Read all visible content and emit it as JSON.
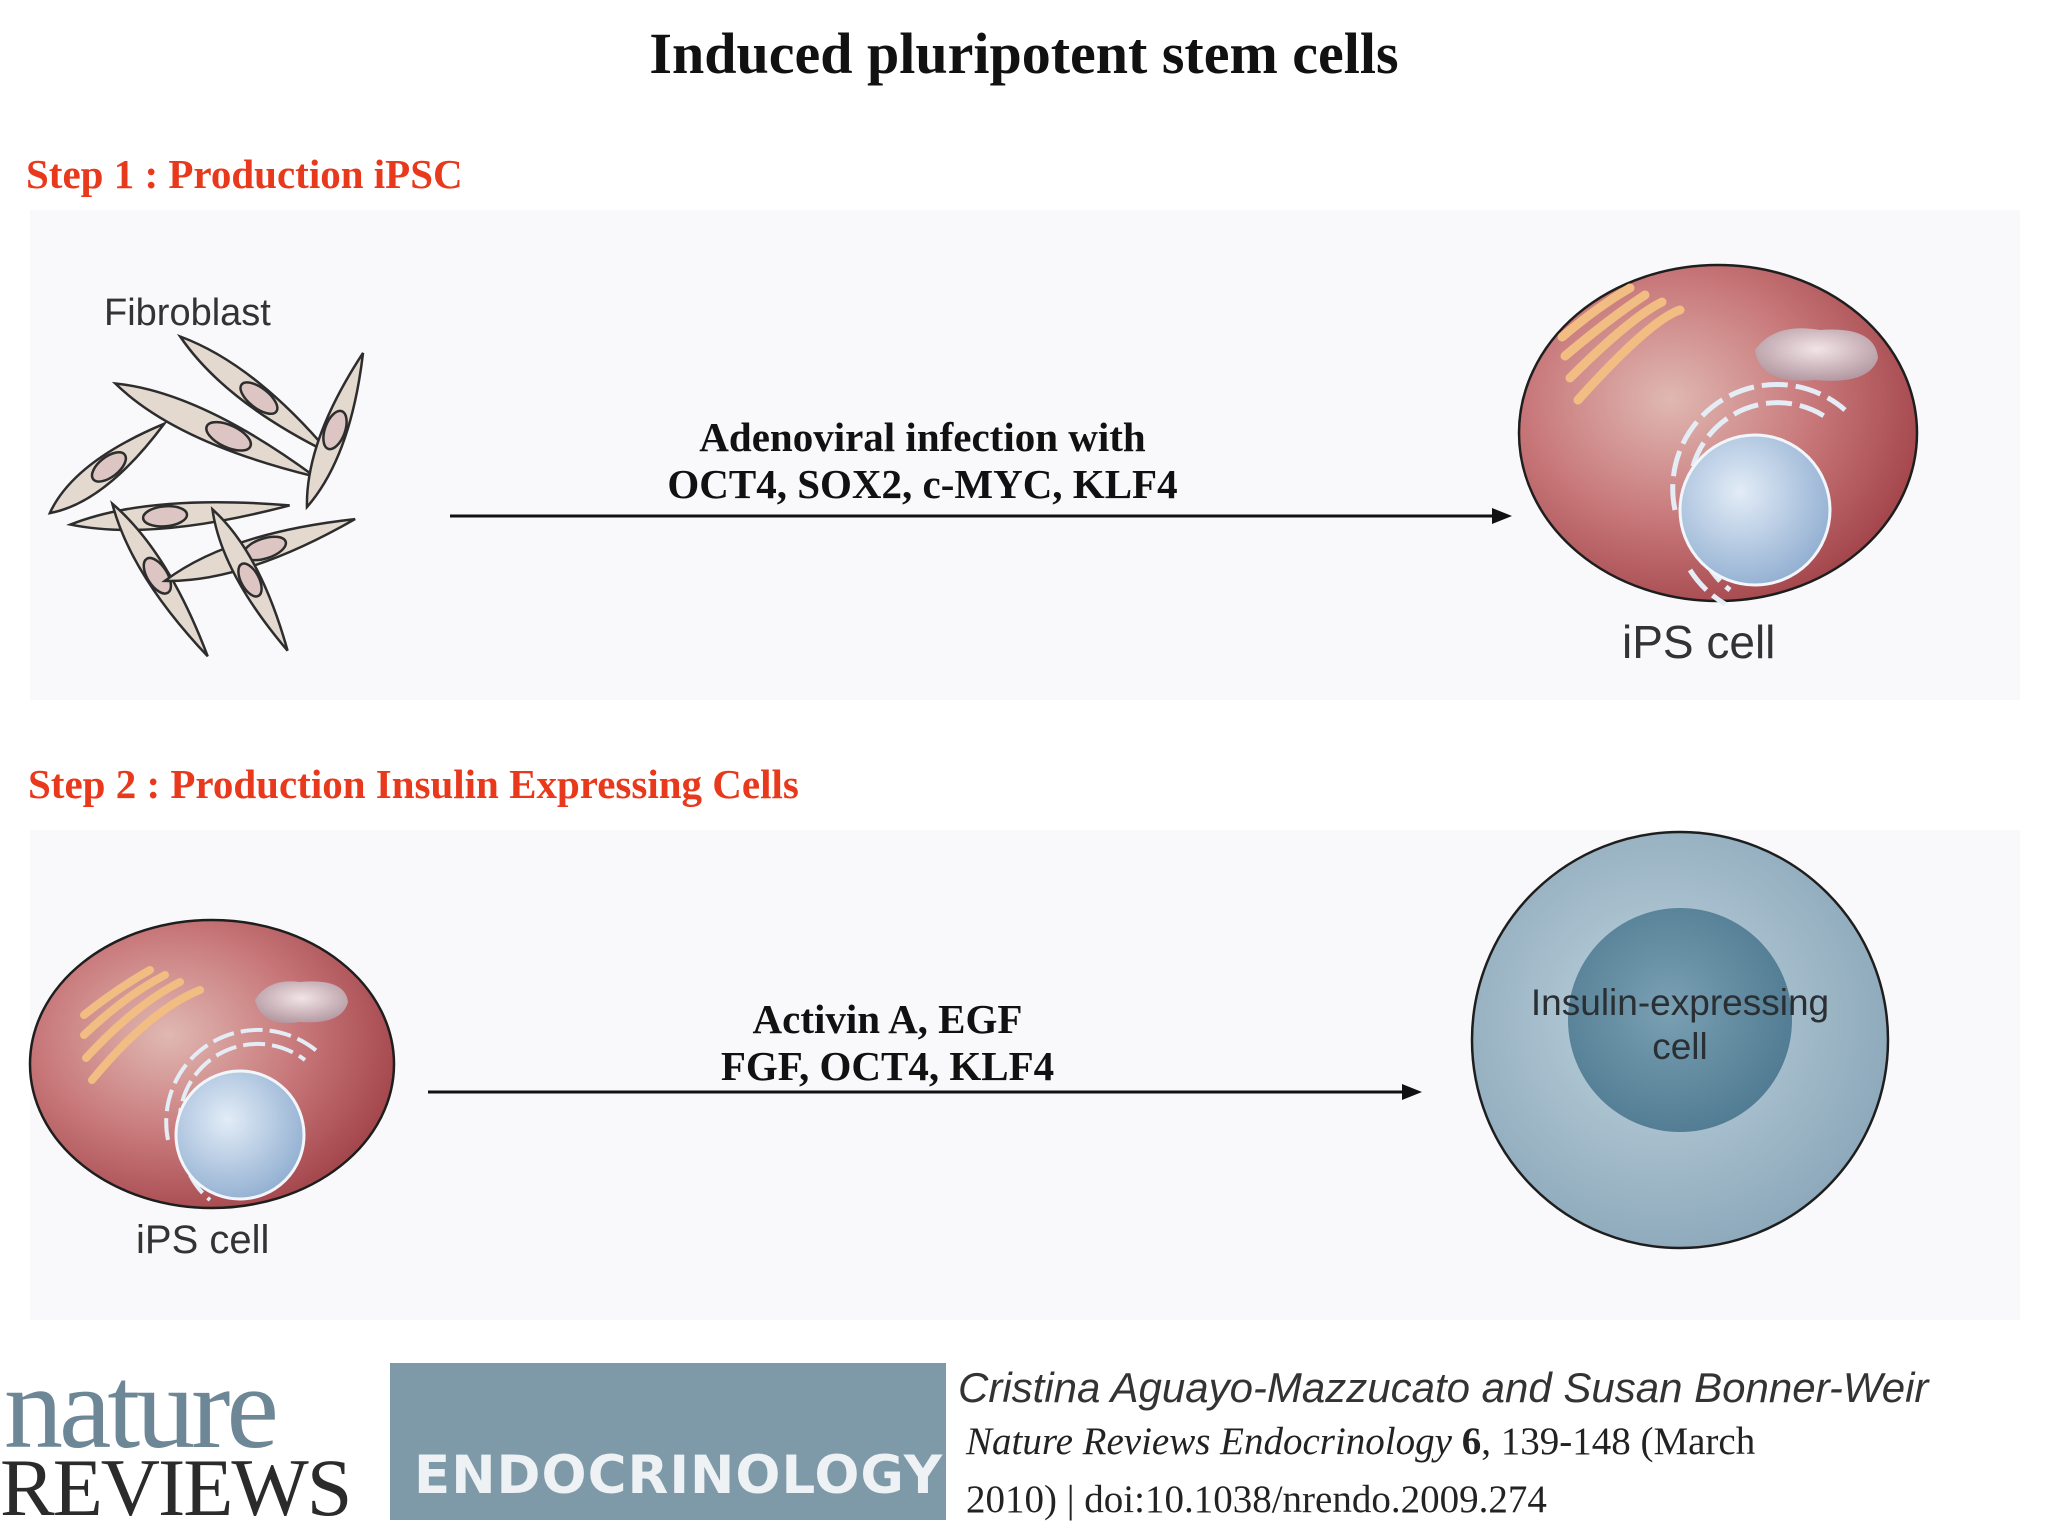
{
  "title": "Induced pluripotent stem cells",
  "step1": {
    "heading": "Step 1 : Production iPSC",
    "source_label": "Fibroblast",
    "arrow_line1": "Adenoviral infection with",
    "arrow_line2": "OCT4, SOX2, c-MYC, KLF4",
    "target_label": "iPS cell"
  },
  "step2": {
    "heading": "Step 2 : Production Insulin Expressing Cells",
    "source_label": "iPS cell",
    "arrow_line1": "Activin A, EGF",
    "arrow_line2": "FGF, OCT4, KLF4",
    "target_label_line1": "Insulin-expressing",
    "target_label_line2": "cell"
  },
  "logo": {
    "word1": "nature",
    "word2": "REVIEWS",
    "word3": "ENDOCRINOLOGY"
  },
  "citation": {
    "authors": "Cristina Aguayo-Mazzucato and Susan Bonner-Weir",
    "journal": "Nature Reviews Endocrinology",
    "volume": "6",
    "line1_rest": ", 139-148 (March",
    "line2": "2010) | doi:10.1038/nrendo.2009.274"
  },
  "colors": {
    "step_heading": "#e8391c",
    "ips_cytoplasm": "#b4575b",
    "nucleus": "#b8cde6",
    "insulin_cell_outer": "#9db6c6",
    "insulin_cell_inner": "#5f879c",
    "fibroblast": "#e3d9cf"
  }
}
